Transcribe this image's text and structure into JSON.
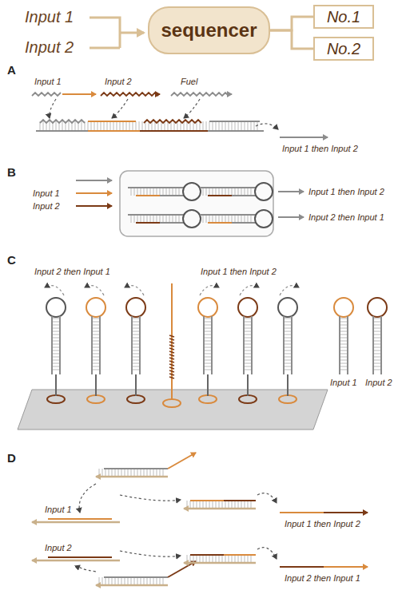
{
  "diagram": {
    "nodes": [
      {
        "text": [
          "sequencer"
        ]
      },
      {
        "text": [
          "No.1"
        ]
      },
      {
        "text": [
          "No.2"
        ]
      }
    ],
    "edges": [
      {
        "from": 0,
        "to": 1,
        "arrow": "none"
      },
      {
        "from": 0,
        "to": 2,
        "arrow": "none"
      }
    ],
    "labels": [
      "Input 1",
      "Input 2",
      "A",
      "Input 1",
      "Input 2",
      "Fuel",
      "Input 1 then Input 2",
      "B",
      "Input 1",
      "Input 2",
      "Input 1 then Input 2",
      "Input 2 then Input 1",
      "C",
      "Input 2 then Input 1",
      "Input 1 then Input 2",
      "Input 1",
      "Input 2",
      "D",
      "Input 1",
      "Input 2",
      "Input 1 then Input 2",
      "Input 2 then Input 1"
    ]
  }
}
